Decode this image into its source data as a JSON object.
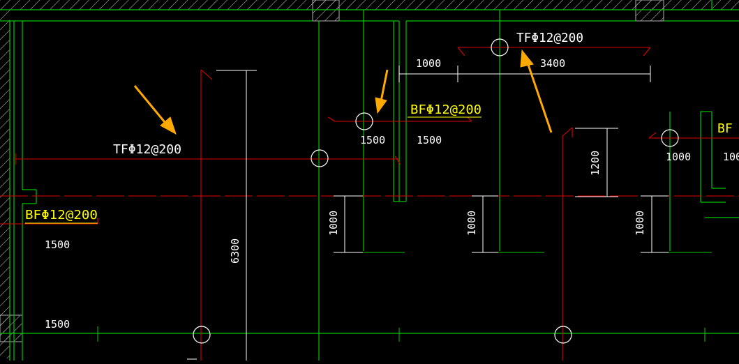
{
  "colors": {
    "background": "#000000",
    "wall_green": "#00c800",
    "grid_red": "#e00000",
    "dim_white": "#ffffff",
    "label_yellow": "#ffff00",
    "arrow_orange": "#ffaa00",
    "hatch_gray": "#b0b0b0"
  },
  "rebar_labels": {
    "tf_left": "TFΦ12@200",
    "bf_left": "BFΦ12@200",
    "bf_center": "BFΦ12@200",
    "tf_top": "TFΦ12@200",
    "bf_right_partial": "BF"
  },
  "dimensions": {
    "d1000_top": "1000",
    "d3400_top": "3400",
    "d1500_center_a": "1500",
    "d1500_center_b": "1500",
    "d1500_left_a": "1500",
    "d1500_left_b": "1500",
    "d1200_vertical": "1200",
    "d6300_vertical": "6300",
    "d1000_vert_a": "1000",
    "d1000_vert_b": "1000",
    "d1000_vert_c": "1000",
    "d1000_right": "1000",
    "d100_partial": "100"
  }
}
